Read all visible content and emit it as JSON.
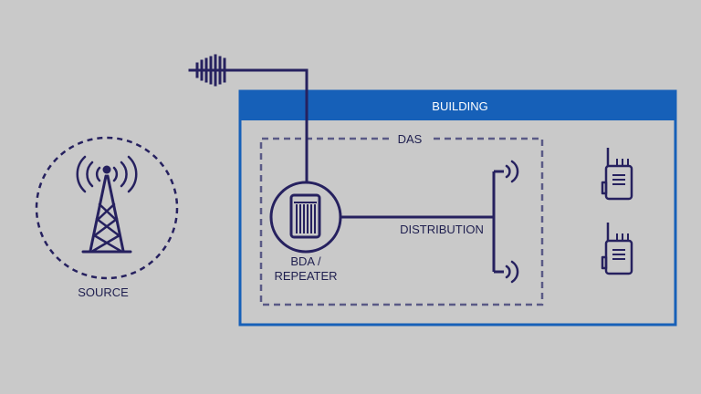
{
  "labels": {
    "building": "BUILDING",
    "das": "DAS",
    "distribution": "DISTRIBUTION",
    "bda_line1": "BDA /",
    "bda_line2": "REPEATER",
    "source": "SOURCE"
  },
  "colors": {
    "background": "#c9c9c9",
    "navy": "#26215f",
    "building_blue": "#1660b8",
    "dashed": "#5a5a86"
  },
  "icons": {
    "source": "cell-tower-icon",
    "roof_antenna": "yagi-antenna-icon",
    "bda": "bda-repeater-icon",
    "das_antenna": "broadcast-antenna-icon",
    "handheld": "two-way-radio-icon"
  }
}
